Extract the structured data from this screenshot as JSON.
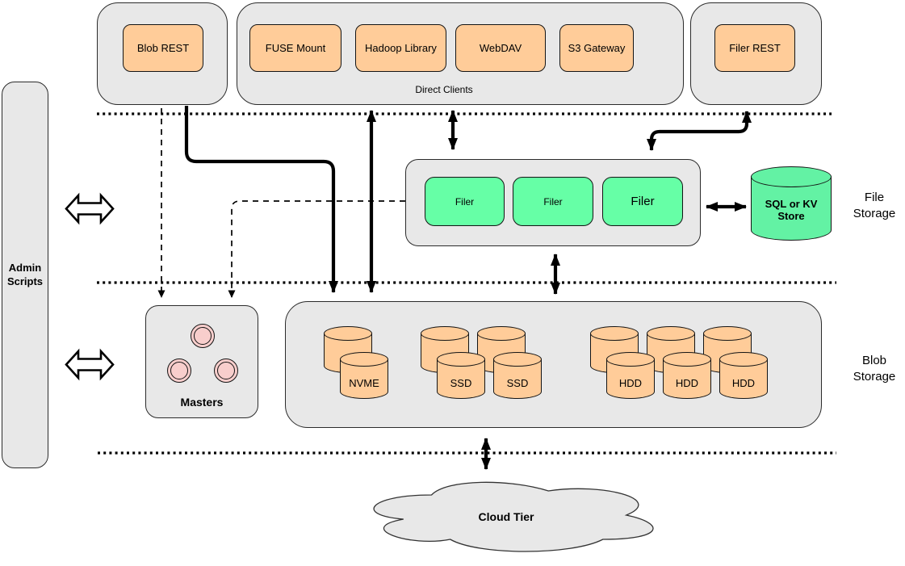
{
  "colors": {
    "container_gray": "#e8e8e8",
    "client_orange": "#ffcc99",
    "filer_green": "#66ffa6",
    "kv_green": "#63f2a4",
    "master_pink": "#f8cecc",
    "line_black": "#000000"
  },
  "top_row": {
    "blob_rest": "Blob REST",
    "direct_clients": {
      "label": "Direct Clients",
      "items": [
        "FUSE Mount",
        "Hadoop Library",
        "WebDAV",
        "S3 Gateway"
      ]
    },
    "filer_rest": "Filer REST"
  },
  "admin_scripts": {
    "label": "Admin Scripts"
  },
  "file_storage": {
    "filers": [
      "Filer",
      "Filer",
      "Filer"
    ],
    "kv_store_label": "SQL or KV Store",
    "layer_label": "File Storage"
  },
  "masters": {
    "label": "Masters"
  },
  "blob_storage": {
    "drives": [
      "NVME",
      "SSD",
      "SSD",
      "HDD",
      "HDD",
      "HDD"
    ],
    "layer_label": "Blob Storage"
  },
  "cloud": {
    "label": "Cloud Tier"
  }
}
